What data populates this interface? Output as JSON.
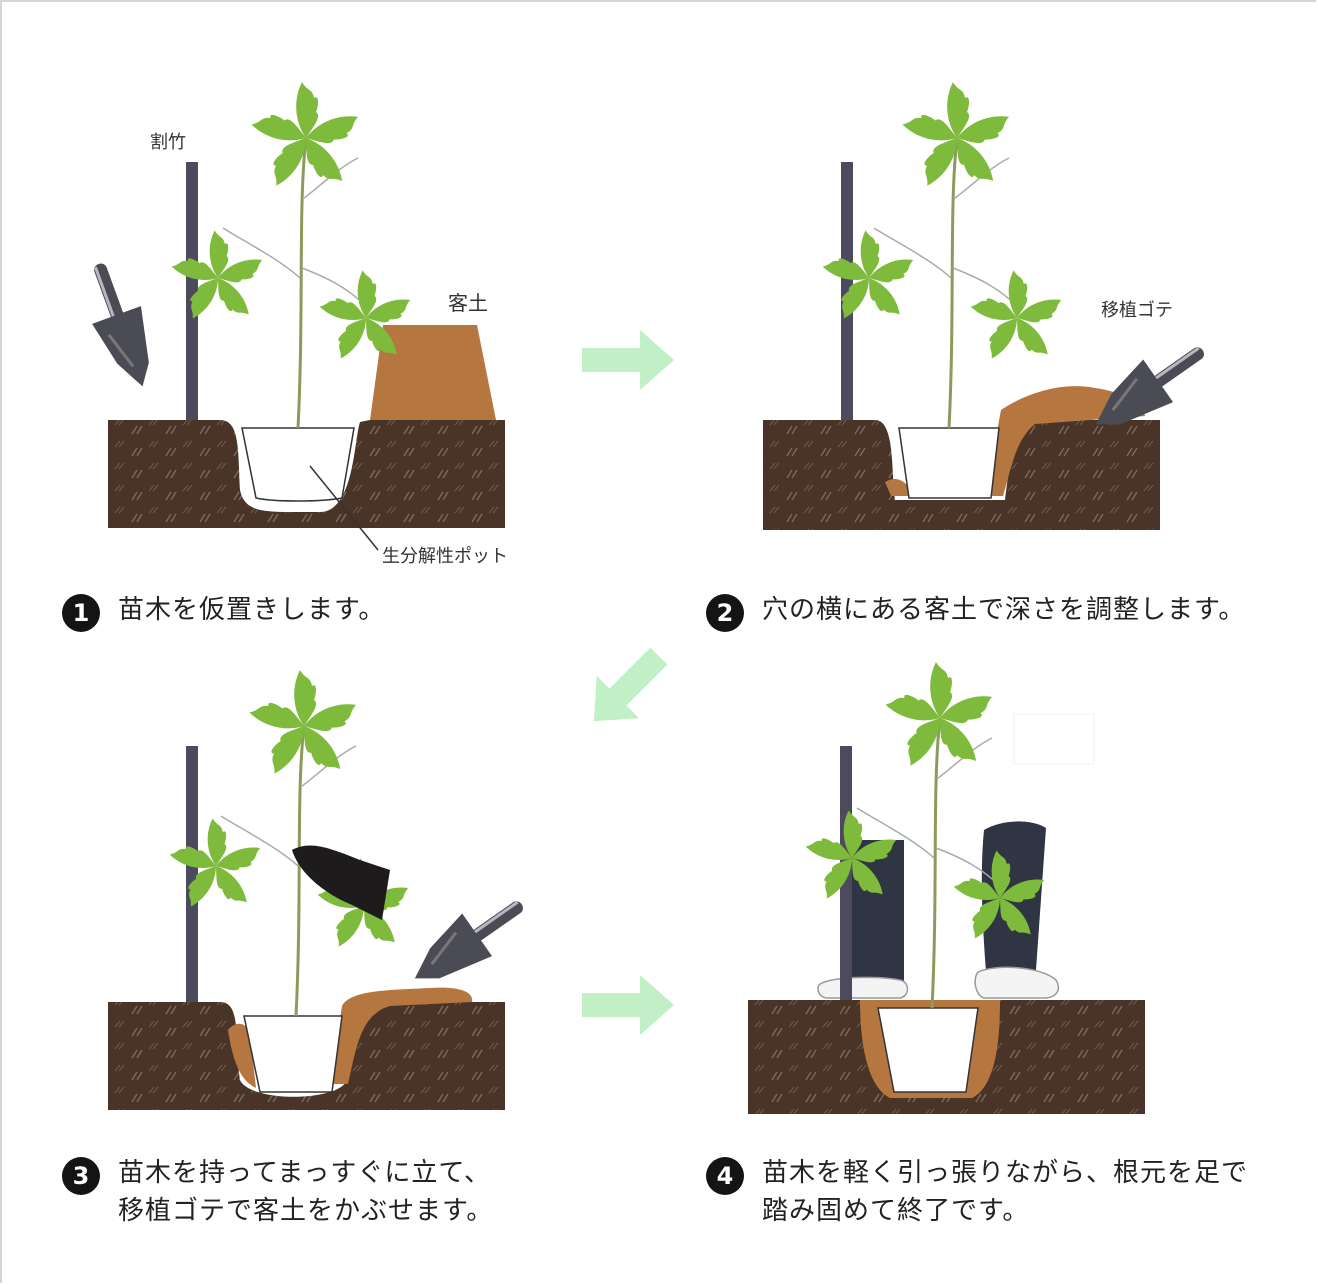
{
  "labels": {
    "bamboo": "割竹",
    "soil": "客土",
    "pot": "生分解性ポット",
    "trowel": "移植ゴテ"
  },
  "steps": [
    {
      "num": "1",
      "lines": [
        "苗木を仮置きします。"
      ]
    },
    {
      "num": "2",
      "lines": [
        "穴の横にある客土で深さを調整します。"
      ]
    },
    {
      "num": "3",
      "lines": [
        "苗木を持ってまっすぐに立て、",
        "移植ゴテで客土をかぶせます。"
      ]
    },
    {
      "num": "4",
      "lines": [
        "苗木を軽く引っ張りながら、根元を足で",
        "踏み固めて終了です。"
      ]
    }
  ],
  "colors": {
    "soil_dark": "#4a3428",
    "soil_light": "#b5773f",
    "stake": "#4c4b5e",
    "leaf": "#7ebb3c",
    "arrow": "#c2f0c6"
  }
}
